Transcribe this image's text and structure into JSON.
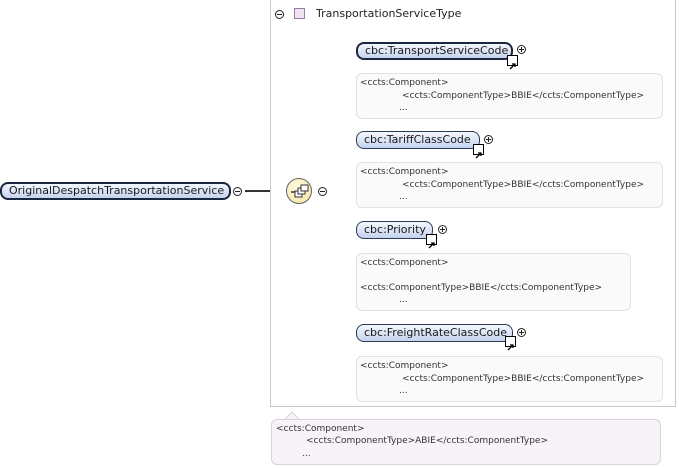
{
  "root_element": {
    "label": "OriginalDespatchTransportationService"
  },
  "type": {
    "label": "TransportationServiceType"
  },
  "children": [
    {
      "label": "cbc:TransportServiceCode",
      "annotation": [
        "<ccts:Component>",
        "<ccts:ComponentType>BBIE</ccts:ComponentType>",
        "..."
      ]
    },
    {
      "label": "cbc:TariffClassCode",
      "annotation": [
        "<ccts:Component>",
        "<ccts:ComponentType>BBIE</ccts:ComponentType>",
        "..."
      ]
    },
    {
      "label": "cbc:Priority",
      "annotation": [
        "<ccts:Component>",
        "",
        "<ccts:ComponentType>BBIE</ccts:ComponentType>",
        "..."
      ]
    },
    {
      "label": "cbc:FreightRateClassCode",
      "annotation": [
        "<ccts:Component>",
        "<ccts:ComponentType>BBIE</ccts:ComponentType>",
        "..."
      ]
    }
  ],
  "type_annotation": [
    "<ccts:Component>",
    "<ccts:ComponentType>ABIE</ccts:ComponentType>",
    "..."
  ],
  "icons": {
    "collapse": "minus-circle-icon",
    "expand": "plus-circle-icon",
    "type": "complex-type-icon",
    "reference": "reference-arrow-icon",
    "sequence": "sequence-compositor-icon"
  },
  "colors": {
    "node_fill_top": "#f4f7fd",
    "node_fill_bottom": "#c4d3ee",
    "node_border": "#2b3a55",
    "type_icon_fill": "#efe3f1",
    "annotation_fill": "#fafafa",
    "type_annotation_fill": "#f8f3f8"
  }
}
